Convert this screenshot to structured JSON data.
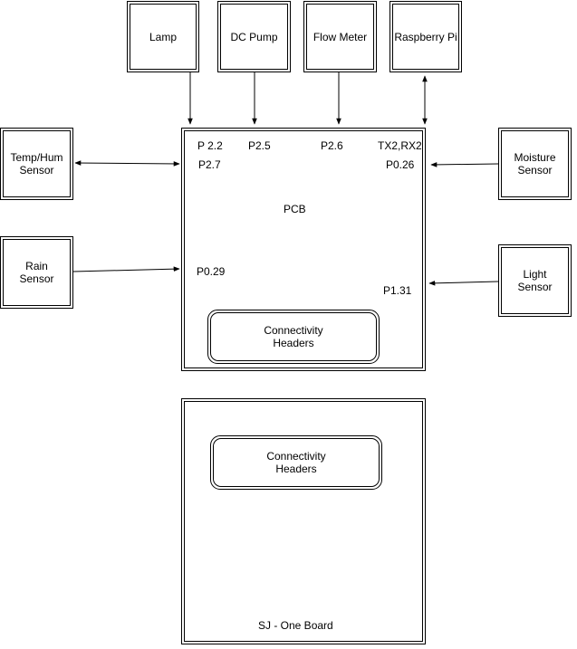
{
  "components": {
    "lamp": "Lamp",
    "dc_pump": "DC Pump",
    "flow_meter": "Flow Meter",
    "raspberry_pi": "Raspberry Pi",
    "temp_hum_sensor": "Temp/Hum\nSensor",
    "moisture_sensor": "Moisture\nSensor",
    "rain_sensor": "Rain\nSensor",
    "light_sensor": "Light\nSensor"
  },
  "pcb": {
    "label": "PCB",
    "connectivity_headers": "Connectivity\nHeaders",
    "pins": {
      "lamp": "P 2.2",
      "dc_pump": "P2.5",
      "flow_meter": "P2.6",
      "raspberry_pi": "TX2,RX2",
      "temp_hum": "P2.7",
      "moisture": "P0.26",
      "rain": "P0.29",
      "light": "P1.31"
    }
  },
  "sj_one_board": {
    "label": "SJ - One Board",
    "connectivity_headers": "Connectivity\nHeaders"
  }
}
